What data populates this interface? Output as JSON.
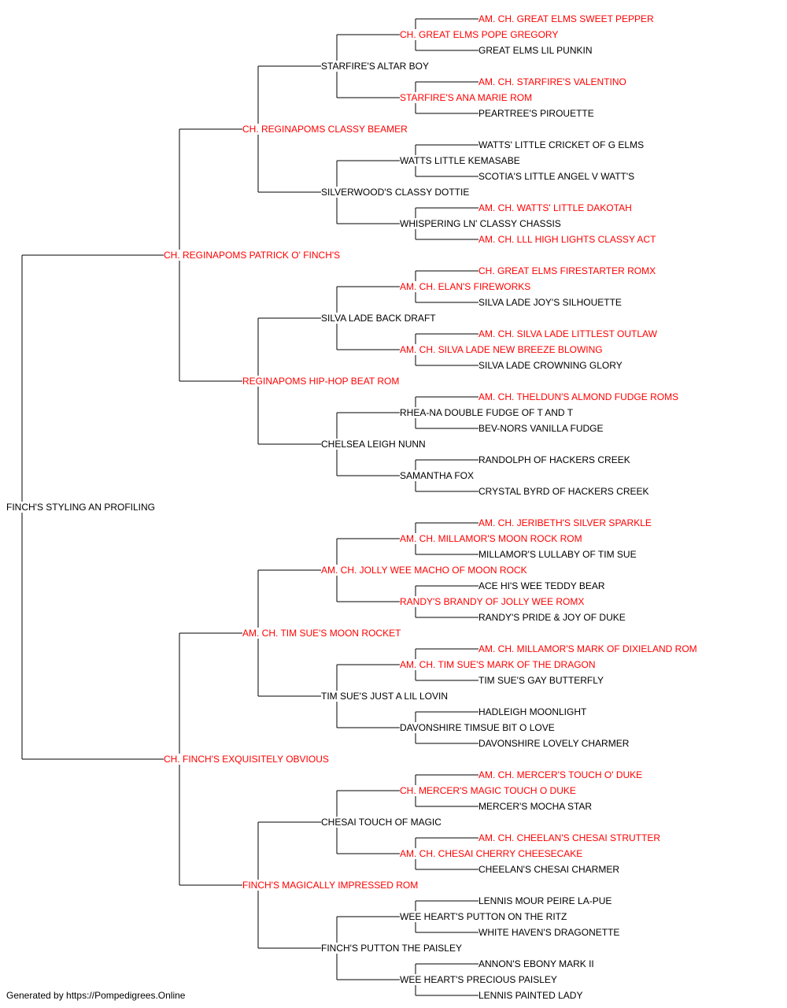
{
  "colors": {
    "titled": "#ff0000",
    "untitled": "#000000",
    "connector": "#000000"
  },
  "pedigree": {
    "name": "FINCH'S STYLING AN PROFILING",
    "titled": false,
    "sire": {
      "name": "CH. REGINAPOMS PATRICK O' FINCH'S",
      "titled": true,
      "sire": {
        "name": "CH. REGINAPOMS CLASSY BEAMER",
        "titled": true,
        "sire": {
          "name": "STARFIRE'S ALTAR BOY",
          "titled": false,
          "sire": {
            "name": "CH. GREAT ELMS POPE GREGORY",
            "titled": true,
            "sire": {
              "name": "AM. CH. GREAT ELMS SWEET PEPPER",
              "titled": true
            },
            "dam": {
              "name": "GREAT ELMS LIL PUNKIN",
              "titled": false
            }
          },
          "dam": {
            "name": "STARFIRE'S ANA MARIE ROM",
            "titled": true,
            "sire": {
              "name": "AM. CH. STARFIRE'S VALENTINO",
              "titled": true
            },
            "dam": {
              "name": "PEARTREE'S PIROUETTE",
              "titled": false
            }
          }
        },
        "dam": {
          "name": "SILVERWOOD'S CLASSY DOTTIE",
          "titled": false,
          "sire": {
            "name": "WATTS LITTLE KEMASABE",
            "titled": false,
            "sire": {
              "name": "WATTS' LITTLE CRICKET OF G ELMS",
              "titled": false
            },
            "dam": {
              "name": "SCOTIA'S LITTLE ANGEL V WATT'S",
              "titled": false
            }
          },
          "dam": {
            "name": "WHISPERING LN' CLASSY CHASSIS",
            "titled": false,
            "sire": {
              "name": "AM. CH. WATTS' LITTLE DAKOTAH",
              "titled": true
            },
            "dam": {
              "name": "AM. CH. LLL HIGH LIGHTS CLASSY ACT",
              "titled": true
            }
          }
        }
      },
      "dam": {
        "name": "REGINAPOMS HIP-HOP BEAT ROM",
        "titled": true,
        "sire": {
          "name": "SILVA LADE BACK DRAFT",
          "titled": false,
          "sire": {
            "name": "AM. CH. ELAN'S FIREWORKS",
            "titled": true,
            "sire": {
              "name": "CH. GREAT ELMS FIRESTARTER ROMX",
              "titled": true
            },
            "dam": {
              "name": "SILVA LADE JOY'S SILHOUETTE",
              "titled": false
            }
          },
          "dam": {
            "name": "AM. CH. SILVA LADE NEW BREEZE BLOWING",
            "titled": true,
            "sire": {
              "name": "AM. CH. SILVA LADE LITTLEST OUTLAW",
              "titled": true
            },
            "dam": {
              "name": "SILVA LADE CROWNING GLORY",
              "titled": false
            }
          }
        },
        "dam": {
          "name": "CHELSEA LEIGH NUNN",
          "titled": false,
          "sire": {
            "name": "RHEA-NA DOUBLE FUDGE OF T AND T",
            "titled": false,
            "sire": {
              "name": "AM. CH. THELDUN'S ALMOND FUDGE ROMS",
              "titled": true
            },
            "dam": {
              "name": "BEV-NORS VANILLA FUDGE",
              "titled": false
            }
          },
          "dam": {
            "name": "SAMANTHA FOX",
            "titled": false,
            "sire": {
              "name": "RANDOLPH OF HACKERS CREEK",
              "titled": false
            },
            "dam": {
              "name": "CRYSTAL BYRD OF HACKERS CREEK",
              "titled": false
            }
          }
        }
      }
    },
    "dam": {
      "name": "CH. FINCH'S EXQUISITELY OBVIOUS",
      "titled": true,
      "sire": {
        "name": "AM. CH. TIM SUE'S MOON ROCKET",
        "titled": true,
        "sire": {
          "name": "AM. CH. JOLLY WEE MACHO OF MOON ROCK",
          "titled": true,
          "sire": {
            "name": "AM. CH. MILLAMOR'S MOON ROCK ROM",
            "titled": true,
            "sire": {
              "name": "AM. CH. JERIBETH'S SILVER SPARKLE",
              "titled": true
            },
            "dam": {
              "name": "MILLAMOR'S LULLABY OF TIM SUE",
              "titled": false
            }
          },
          "dam": {
            "name": "RANDY'S BRANDY OF JOLLY WEE ROMX",
            "titled": true,
            "sire": {
              "name": "ACE HI'S WEE TEDDY BEAR",
              "titled": false
            },
            "dam": {
              "name": "RANDY'S PRIDE & JOY OF DUKE",
              "titled": false
            }
          }
        },
        "dam": {
          "name": "TIM SUE'S JUST A LIL LOVIN",
          "titled": false,
          "sire": {
            "name": "AM. CH. TIM SUE'S MARK OF THE DRAGON",
            "titled": true,
            "sire": {
              "name": "AM. CH. MILLAMOR'S MARK OF DIXIELAND ROM",
              "titled": true
            },
            "dam": {
              "name": "TIM SUE'S GAY BUTTERFLY",
              "titled": false
            }
          },
          "dam": {
            "name": "DAVONSHIRE TIMSUE BIT O LOVE",
            "titled": false,
            "sire": {
              "name": "HADLEIGH MOONLIGHT",
              "titled": false
            },
            "dam": {
              "name": "DAVONSHIRE LOVELY CHARMER",
              "titled": false
            }
          }
        }
      },
      "dam": {
        "name": "FINCH'S MAGICALLY IMPRESSED ROM",
        "titled": true,
        "sire": {
          "name": "CHESAI TOUCH OF MAGIC",
          "titled": false,
          "sire": {
            "name": "CH. MERCER'S MAGIC TOUCH O DUKE",
            "titled": true,
            "sire": {
              "name": "AM. CH. MERCER'S TOUCH O' DUKE",
              "titled": true
            },
            "dam": {
              "name": "MERCER'S MOCHA STAR",
              "titled": false
            }
          },
          "dam": {
            "name": "AM. CH. CHESAI CHERRY CHEESECAKE",
            "titled": true,
            "sire": {
              "name": "AM. CH. CHEELAN'S CHESAI STRUTTER",
              "titled": true
            },
            "dam": {
              "name": "CHEELAN'S CHESAI CHARMER",
              "titled": false
            }
          }
        },
        "dam": {
          "name": "FINCH'S PUTTON THE PAISLEY",
          "titled": false,
          "sire": {
            "name": "WEE HEART'S PUTTON ON THE RITZ",
            "titled": false,
            "sire": {
              "name": "LENNIS MOUR PEIRE LA-PUE",
              "titled": false
            },
            "dam": {
              "name": "WHITE HAVEN'S DRAGONETTE",
              "titled": false
            }
          },
          "dam": {
            "name": "WEE HEART'S PRECIOUS PAISLEY",
            "titled": false,
            "sire": {
              "name": "ANNON'S EBONY MARK II",
              "titled": false
            },
            "dam": {
              "name": "LENNIS PAINTED LADY",
              "titled": false
            }
          }
        }
      }
    }
  },
  "footer": "Generated by https://Pompedigrees.Online"
}
